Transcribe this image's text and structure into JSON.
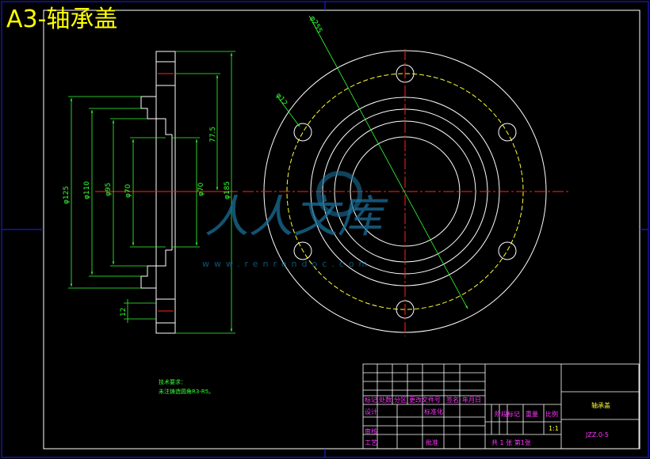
{
  "title": "A3-轴承盖",
  "watermark": {
    "text": "人人文库",
    "url": "www.renrendoc.com"
  },
  "dimensions": {
    "d255": "φ255",
    "d12_hole": "φ12",
    "d125": "φ125",
    "d110": "φ110",
    "d95": "φ95",
    "d70a": "φ70",
    "d70b": "φ70",
    "len77_5": "77.5",
    "d185": "φ185",
    "h12": "12"
  },
  "notes": {
    "heading": "技术要求：",
    "line1": "未注铸造圆角R3-R5。"
  },
  "title_block": {
    "mark": "标记",
    "count": "处数",
    "zone": "分区",
    "change_doc": "更改文件号",
    "sign": "签名",
    "date": "年月日",
    "design": "设计",
    "standard": "标准化",
    "stage_mark": "阶段标记",
    "weight": "重量",
    "scale": "比例",
    "scale_value": "1:1",
    "review": "审核",
    "process": "工艺",
    "approve": "批准",
    "sheets": "共 1 张 第1张",
    "part_name": "轴承盖",
    "drawing_no": "JZZ.0-5"
  },
  "colors": {
    "background": "#000000",
    "outline": "#ffffff",
    "dimension": "#33ff33",
    "center_line": "#ff2222",
    "bolt_circle": "#ffff33",
    "border": "#1f1fff",
    "title_text": "#ffff00",
    "label_text": "#ff33ff"
  }
}
